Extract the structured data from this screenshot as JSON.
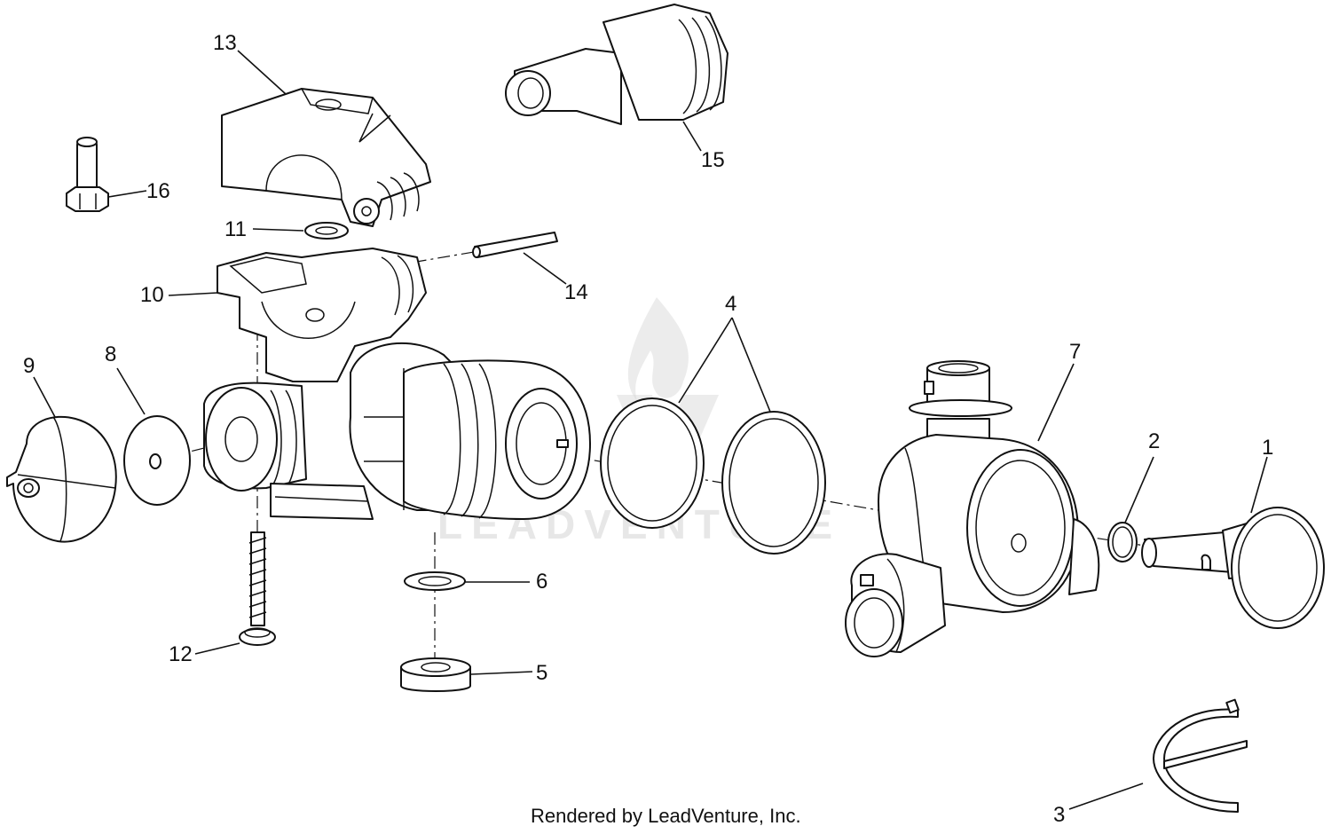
{
  "callouts": [
    "1",
    "2",
    "3",
    "4",
    "5",
    "6",
    "7",
    "8",
    "9",
    "10",
    "11",
    "12",
    "13",
    "14",
    "15",
    "16"
  ],
  "watermark": "LEADVENTURE",
  "credit": "Rendered by LeadVenture, Inc."
}
